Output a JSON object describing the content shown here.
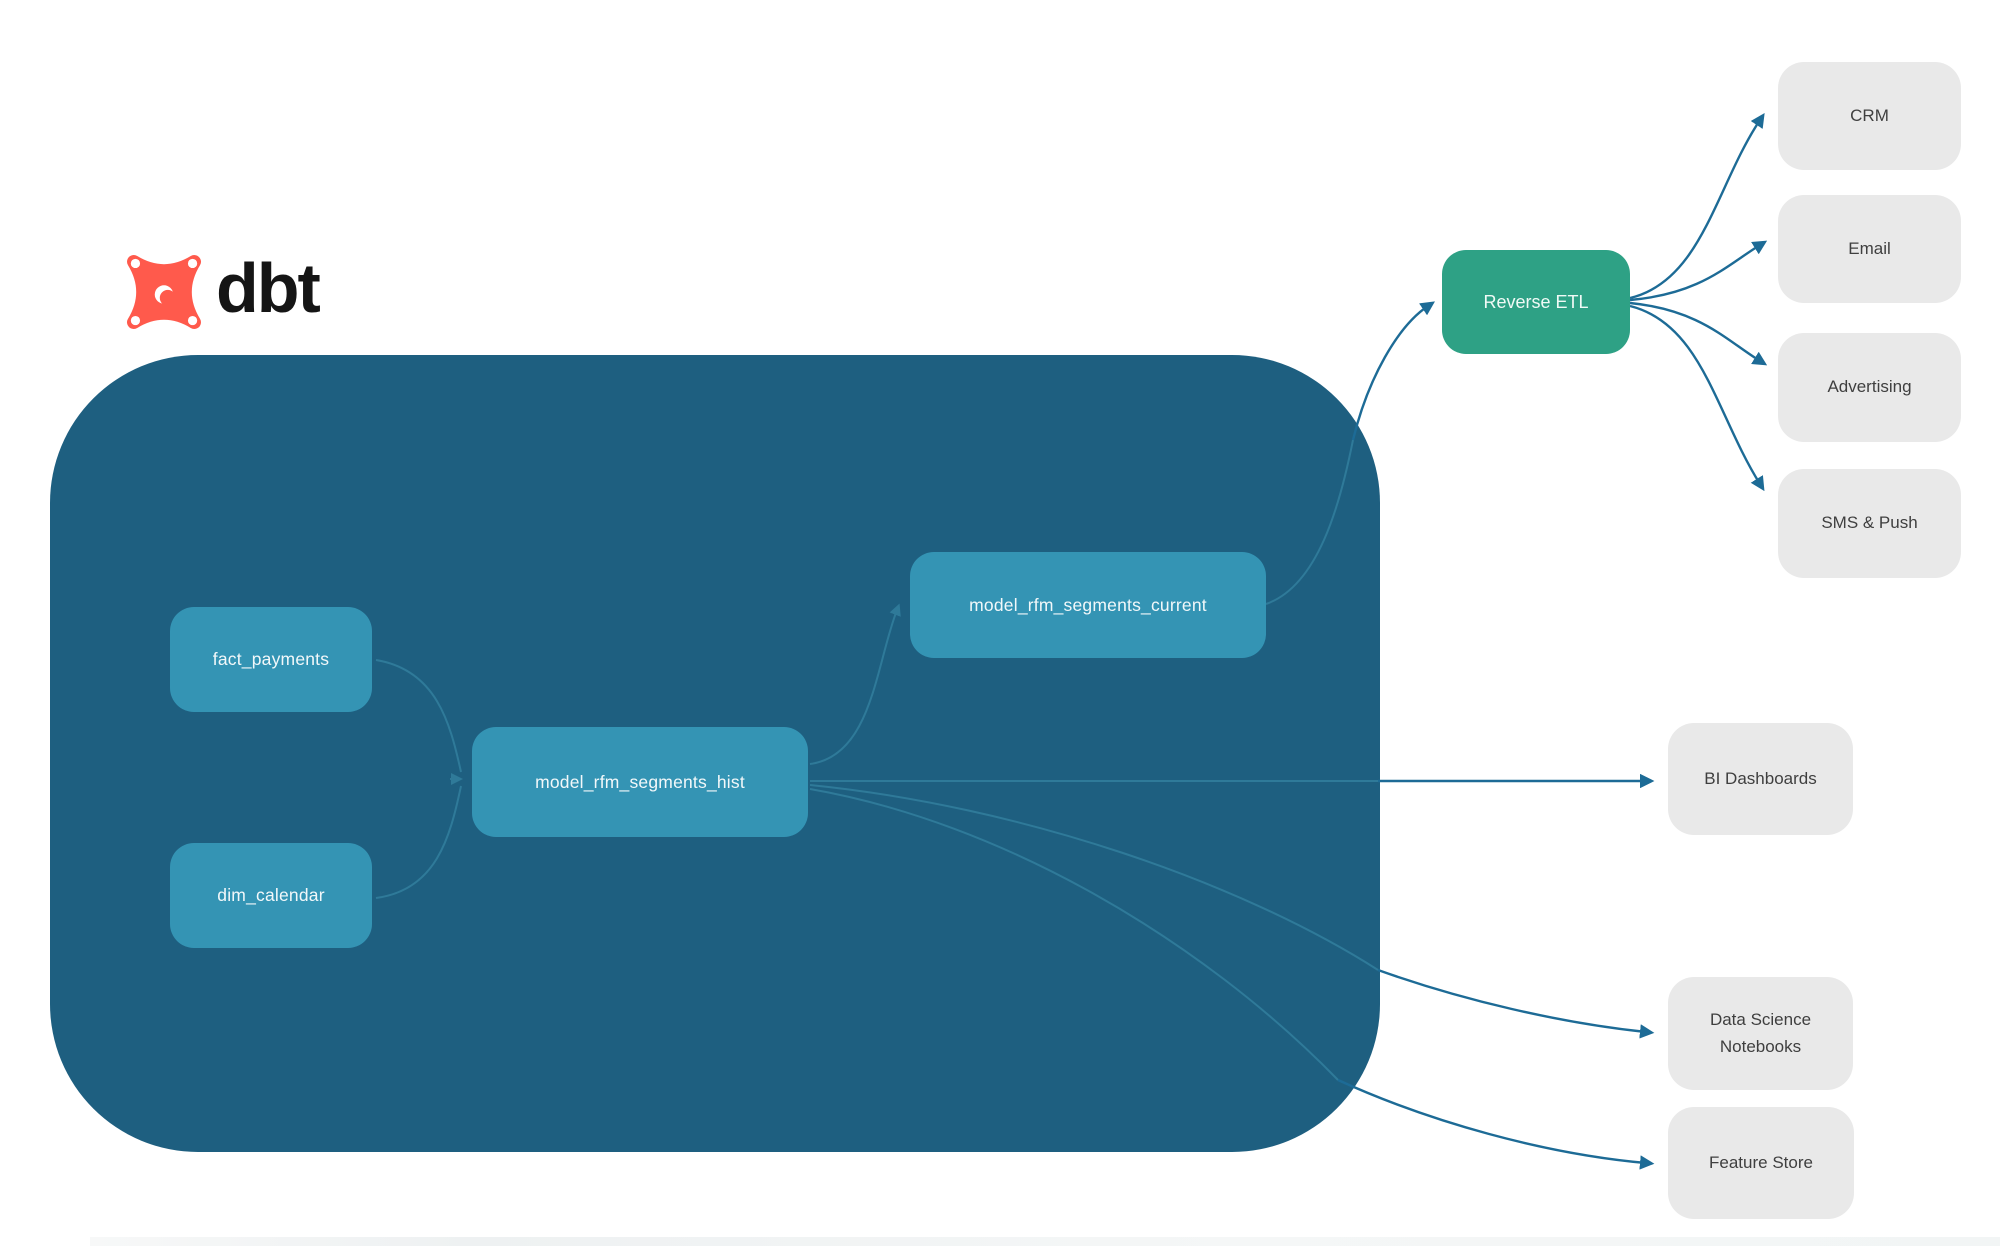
{
  "brand": {
    "name": "dbt",
    "icon": "dbt-logo-icon",
    "orange": "#ff5a4c"
  },
  "colors": {
    "canvas": "#ffffff",
    "warehouse_background": "#1e5f80",
    "model_node": "#3494b4",
    "model_node_text": "#f2f8fa",
    "reverse_etl_node": "#2ea185",
    "destination_node": "#e9e9e9",
    "destination_text": "#3f3f3f",
    "arrow": "#1d6b96",
    "arrow_faint": "#2f7a99"
  },
  "nodes": {
    "fact_payments": {
      "label": "fact_payments"
    },
    "dim_calendar": {
      "label": "dim_calendar"
    },
    "model_rfm_segments_hist": {
      "label": "model_rfm_segments_hist"
    },
    "model_rfm_segments_current": {
      "label": "model_rfm_segments_current"
    },
    "reverse_etl": {
      "label": "Reverse ETL"
    },
    "crm": {
      "label": "CRM"
    },
    "email": {
      "label": "Email"
    },
    "advertising": {
      "label": "Advertising"
    },
    "sms_push": {
      "label": "SMS & Push"
    },
    "bi_dashboards": {
      "label": "BI Dashboards"
    },
    "data_science_notebooks": {
      "label": "Data Science Notebooks"
    },
    "feature_store": {
      "label": "Feature Store"
    }
  },
  "edges": [
    {
      "from": "fact_payments",
      "to": "model_rfm_segments_hist"
    },
    {
      "from": "dim_calendar",
      "to": "model_rfm_segments_hist"
    },
    {
      "from": "model_rfm_segments_hist",
      "to": "model_rfm_segments_current"
    },
    {
      "from": "model_rfm_segments_current",
      "to": "reverse_etl"
    },
    {
      "from": "reverse_etl",
      "to": "crm"
    },
    {
      "from": "reverse_etl",
      "to": "email"
    },
    {
      "from": "reverse_etl",
      "to": "advertising"
    },
    {
      "from": "reverse_etl",
      "to": "sms_push"
    },
    {
      "from": "model_rfm_segments_hist",
      "to": "bi_dashboards"
    },
    {
      "from": "model_rfm_segments_hist",
      "to": "data_science_notebooks"
    },
    {
      "from": "model_rfm_segments_hist",
      "to": "feature_store"
    }
  ]
}
